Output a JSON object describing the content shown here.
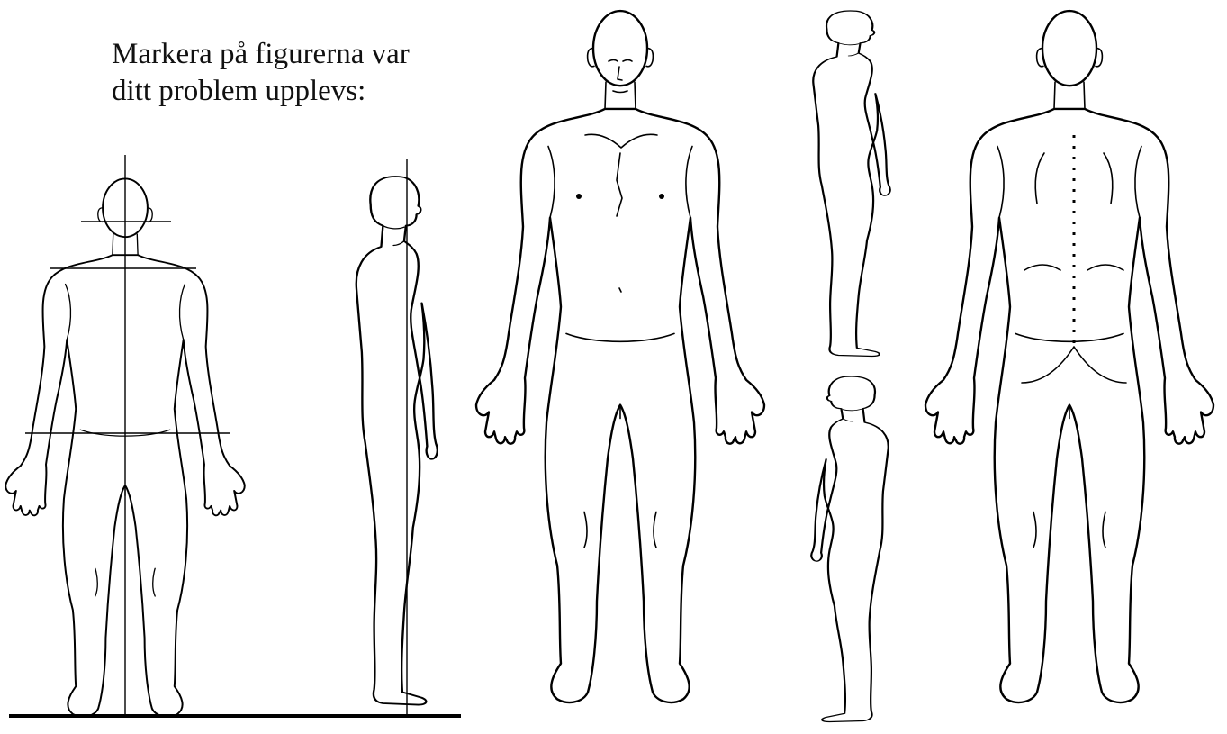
{
  "instruction": {
    "line1": "Markera på figurerna var",
    "line2": "ditt problem upplevs:"
  },
  "figures": [
    {
      "name": "posture-back-view",
      "icon": "body-outline-back"
    },
    {
      "name": "posture-side-view",
      "icon": "body-outline-side"
    },
    {
      "name": "front-view",
      "icon": "body-outline-front"
    },
    {
      "name": "side-view-right",
      "icon": "body-outline-side"
    },
    {
      "name": "side-view-left",
      "icon": "body-outline-side"
    },
    {
      "name": "back-view",
      "icon": "body-outline-back"
    }
  ],
  "colors": {
    "ink": "#000000",
    "paper": "#ffffff"
  }
}
